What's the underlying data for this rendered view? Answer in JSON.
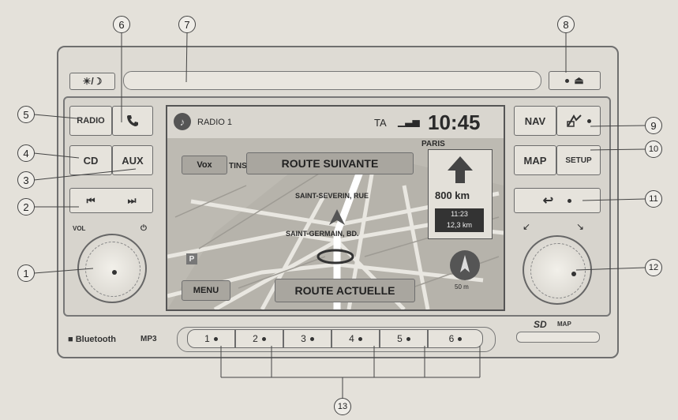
{
  "callouts": [
    "1",
    "2",
    "3",
    "4",
    "5",
    "6",
    "7",
    "8",
    "9",
    "10",
    "11",
    "12",
    "13"
  ],
  "left_buttons": {
    "radio": "RADIO",
    "phone_icon": "phone-icon",
    "cd": "CD",
    "aux": "AUX",
    "prev": "⏮",
    "next": "⏭"
  },
  "right_buttons": {
    "nav": "NAV",
    "map": "MAP",
    "setup": "SETUP",
    "back_icon": "back-arrow-icon"
  },
  "top_buttons": {
    "day_night": "☀/☽",
    "eject": "⏏"
  },
  "knob_labels": {
    "vol": "VOL",
    "vol_right": "⏻"
  },
  "screen": {
    "source": "RADIO 1",
    "ta": "TA",
    "signal": "▁▃▅",
    "time": "10:45",
    "paris": "PARIS",
    "menu_vox": "Vox",
    "street_top": "TINS, D",
    "route_next": "ROUTE SUIVANTE",
    "town_1": "SAINT-SEVERIN, RUE",
    "town_2": "SAINT-GERMAIN, BD.",
    "route_current": "ROUTE ACTUELLE",
    "menu": "MENU",
    "distance": "800 km",
    "eta_time": "11:23",
    "eta_dist": "12,3 km",
    "parking": "P",
    "scale": "50 m"
  },
  "bottom": {
    "bluetooth": "Bluetooth",
    "mp3": "MP3",
    "sd": "SD",
    "map_card": "MAP"
  },
  "presets": [
    "1",
    "2",
    "3",
    "4",
    "5",
    "6"
  ],
  "colors": {
    "background": "#e4e1da",
    "panel": "#dedbd4",
    "screen": "#cfccc4",
    "outline": "#6c6c6c"
  }
}
